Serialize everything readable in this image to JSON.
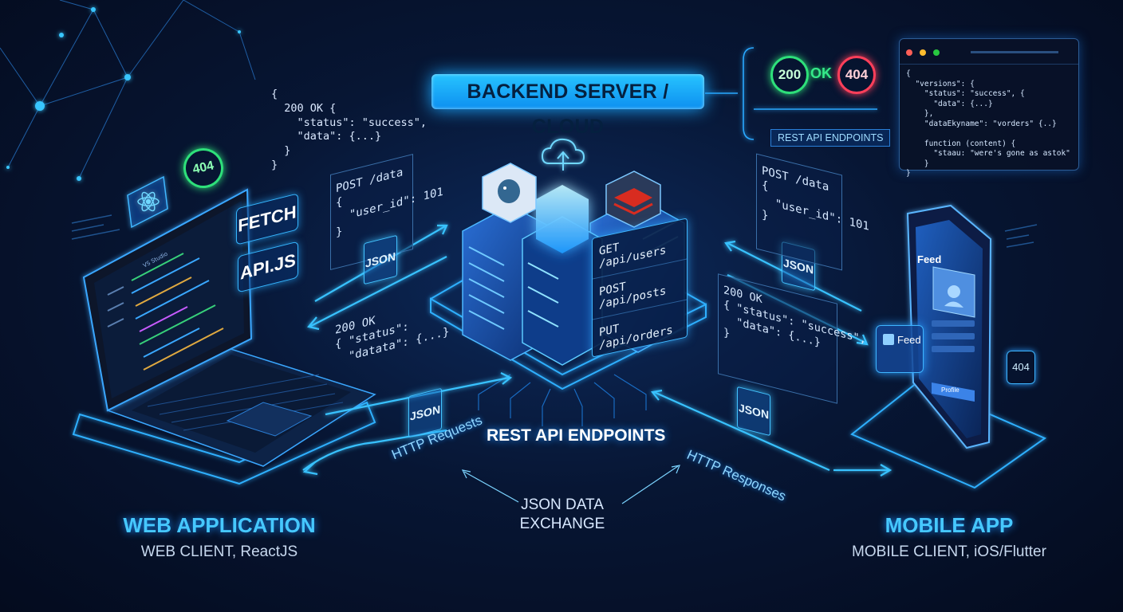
{
  "header": {
    "title": "BACKEND SERVER / CLOUD"
  },
  "status_panel": {
    "ok_code": "200",
    "ok_text": "OK",
    "error_code": "404",
    "endpoints_label": "REST API ENDPOINTS"
  },
  "editor_code": {
    "lines": [
      "{",
      "  \"versions\": {",
      "    \"status\": \"success\", {",
      "      \"data\": {...}",
      "    },",
      "    \"dataEkyname\": \"vorders\" {..}",
      "",
      "    function (content) {",
      "      \"staau: \"were's gone as astok\"",
      "    }",
      "}"
    ]
  },
  "top_left_json": {
    "lines": [
      "{",
      "  200 OK {",
      "    \"status\": \"success\",",
      "    \"data\": {...}",
      "  }",
      "}"
    ]
  },
  "left_web": {
    "badge_404": "404",
    "fetch_label": "FETCH",
    "apijs_label": "API.JS",
    "editor_title": "VS Studio"
  },
  "post_left": {
    "lines": [
      "POST /data",
      "{",
      "  \"user_id\": 101",
      "}"
    ]
  },
  "response_left": {
    "lines": [
      "200 OK",
      "{ \"status\":",
      "  \"datata\": {...}"
    ]
  },
  "post_right": {
    "lines": [
      "POST /data",
      "{",
      "  \"user_id\": 101",
      "}"
    ]
  },
  "response_right": {
    "lines": [
      "200 OK",
      "{ \"status\": \"success\",",
      "  \"data\": {...}",
      "}"
    ]
  },
  "endpoints": [
    "GET /api/users",
    "POST /api/posts",
    "PUT /api/orders"
  ],
  "json_label": "JSON",
  "center_label": "REST API ENDPOINTS",
  "flows": {
    "requests": "HTTP Requests",
    "responses": "HTTP Responses",
    "exchange_line1": "JSON DATA",
    "exchange_line2": "EXCHANGE"
  },
  "web_app": {
    "title": "WEB APPLICATION",
    "subtitle": "WEB CLIENT, ReactJS"
  },
  "mobile_app": {
    "title": "MOBILE APP",
    "subtitle": "MOBILE CLIENT, iOS/Flutter",
    "feed_label": "Feed",
    "profile_label": "Profile",
    "badge_404": "404"
  },
  "colors": {
    "accent": "#1fb6ff",
    "ok_green": "#2ee07a",
    "error_red": "#ff3f5a",
    "background": "#061330"
  }
}
